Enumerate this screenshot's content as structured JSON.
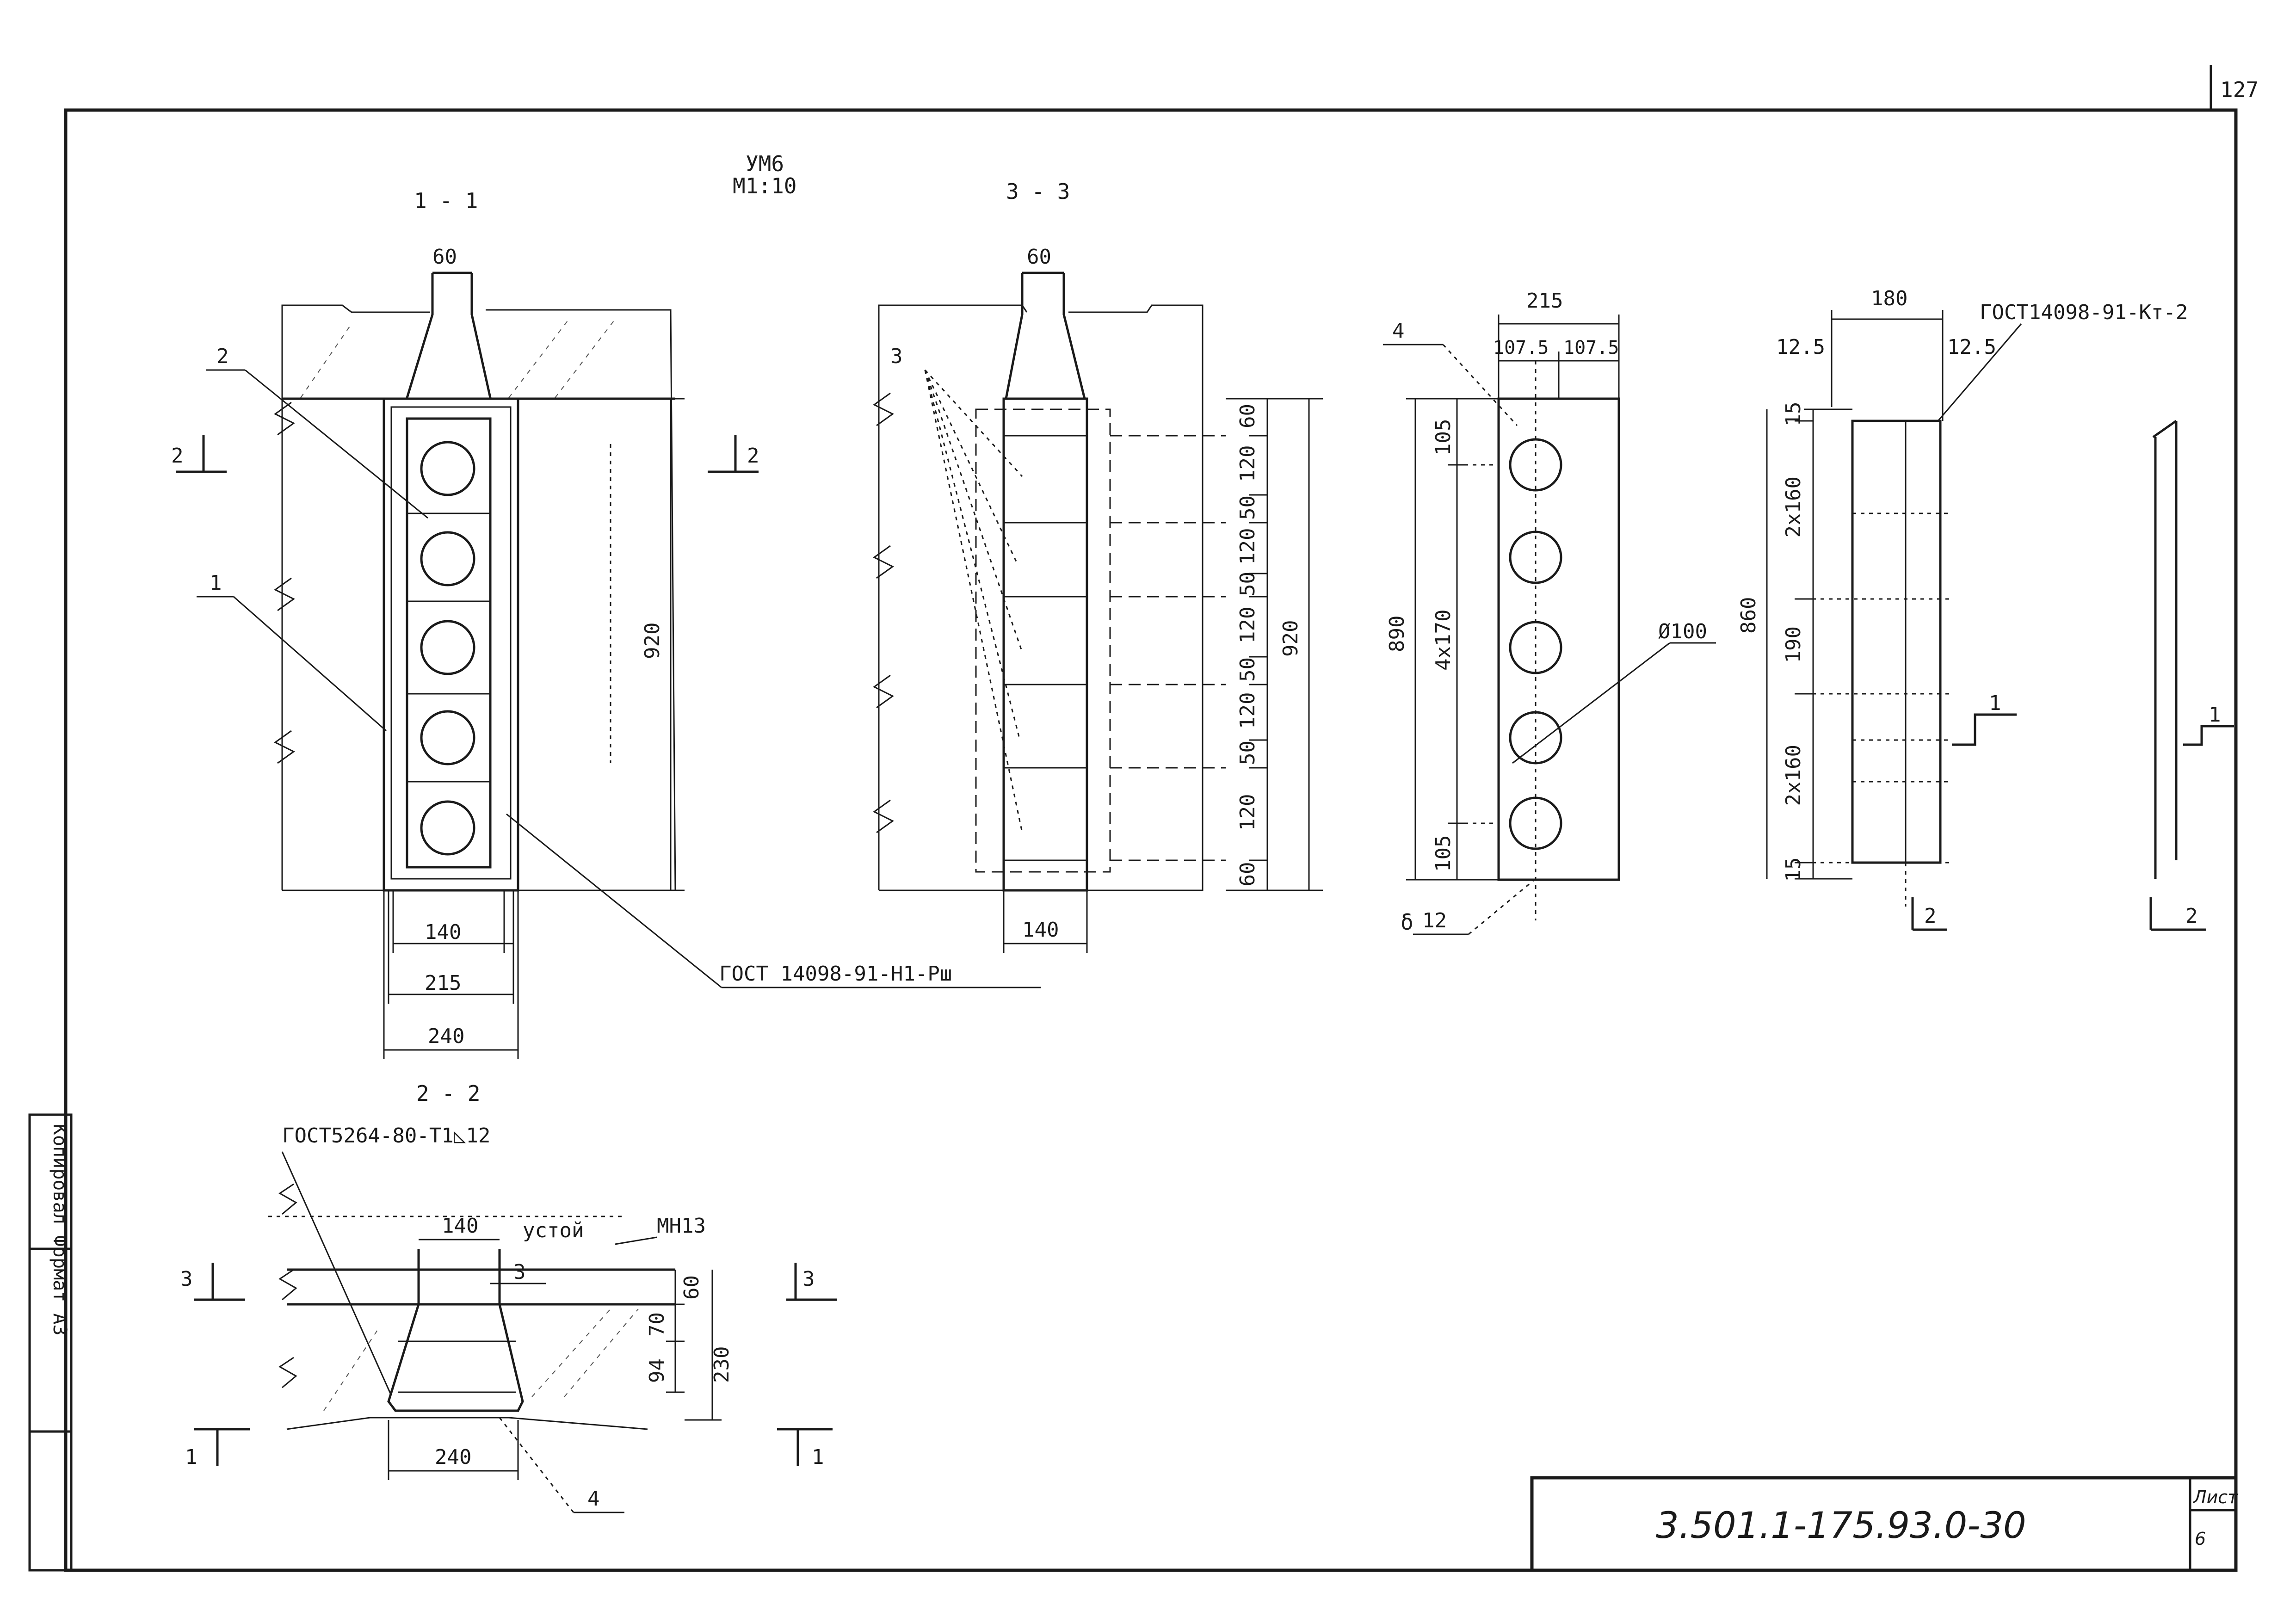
{
  "page_number": "127",
  "header": {
    "mark": "УМ6",
    "scale": "М1:10"
  },
  "sections": {
    "s11": {
      "title": "1 - 1"
    },
    "s33": {
      "title": "3 - 3"
    },
    "s22": {
      "title": "2 - 2"
    }
  },
  "refs": {
    "gost_mesh": "ГОСТ 14098-91-Н1-Рш",
    "gost_kt2": "ГОСТ14098-91-Кт-2",
    "gost_weld": "ГОСТ5264-80-Т1◺12",
    "ustoi": "устой",
    "mn13": "МН13"
  },
  "labels": {
    "s11": {
      "d_top": "60",
      "d_height": "920",
      "d_140": "140",
      "d_215": "215",
      "d_240": "240",
      "pos1": "1",
      "pos2": "2",
      "cut2": "2"
    },
    "s33": {
      "d_top": "60",
      "d_height": "920",
      "d_140": "140",
      "pos3": "3",
      "chain": [
        "60",
        "120",
        "50",
        "120",
        "50",
        "120",
        "50",
        "120",
        "50",
        "120",
        "60"
      ]
    },
    "plate": {
      "d_215": "215",
      "d_half_l": "107.5",
      "d_half_r": "107.5",
      "pos4": "4",
      "d_890": "890",
      "d_105_top": "105",
      "d_4x170": "4x170",
      "d_105_bot": "105",
      "d_hole": "Ø100",
      "thk_sym": "δ",
      "thk": "12"
    },
    "side": {
      "d_180": "180",
      "d_12_5_l": "12.5",
      "d_12_5_r": "12.5",
      "d_860": "860",
      "chain": [
        "15",
        "2x160",
        "190",
        "2x160",
        "15"
      ],
      "cut1": "1",
      "cut2": "2"
    },
    "edge": {
      "cut1": "1",
      "cut2": "2"
    },
    "s22": {
      "d_140": "140",
      "d_240": "240",
      "d_60": "60",
      "d_70": "70",
      "d_94": "94",
      "d_230": "230",
      "pos3": "3",
      "pos4": "4",
      "cut3": "3",
      "cut1": "1"
    }
  },
  "title_block": {
    "cipher": "3.501.1-175.93.0-30",
    "sheet_label": "Лист",
    "sheet_no": "6"
  },
  "margin_stamp": "Копировал  Формат А3"
}
